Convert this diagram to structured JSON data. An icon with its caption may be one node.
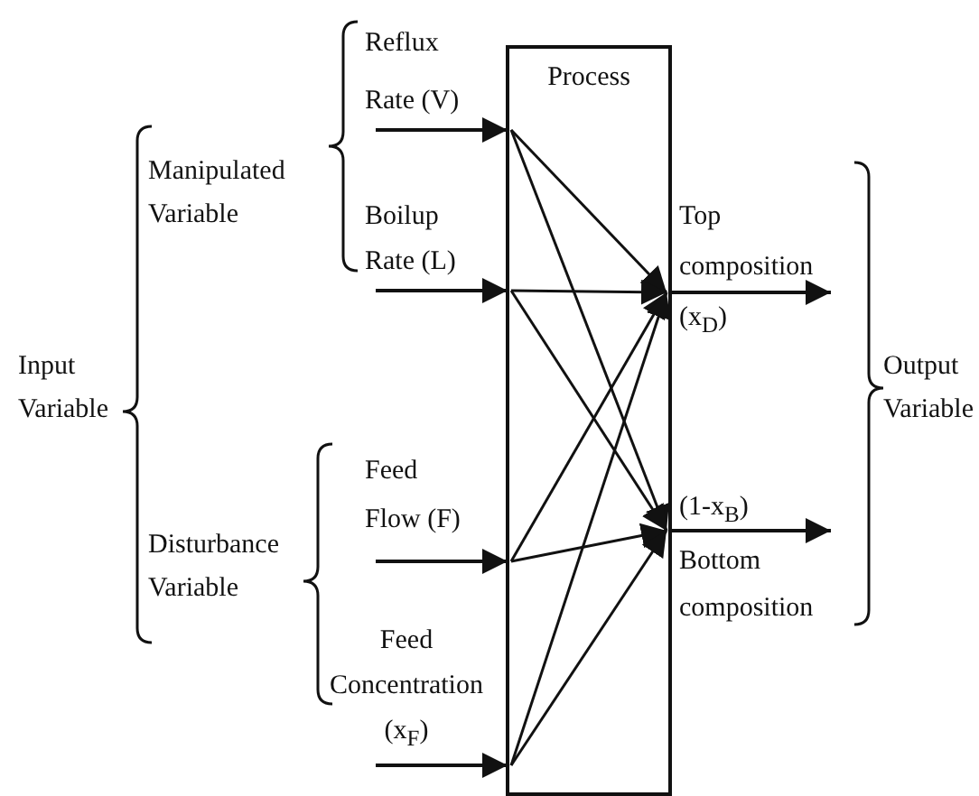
{
  "diagram": {
    "nodes": [
      {
        "text": [
          "Process"
        ]
      },
      {
        "text": [
          "Reflux Rate (V)"
        ]
      },
      {
        "text": [
          "Boilup Rate (L)"
        ]
      },
      {
        "text": [
          "Feed Flow (F)"
        ]
      },
      {
        "text": [
          "Feed Concentration (x$_{F}$)"
        ]
      },
      {
        "text": [
          "Top composition (x$_{D}$)"
        ]
      },
      {
        "text": [
          "(1-x$_{B}$) Bottom composition"
        ]
      }
    ],
    "edges": [
      {
        "from": 1,
        "to": 0,
        "arrow": "to"
      },
      {
        "from": 2,
        "to": 0,
        "arrow": "to"
      },
      {
        "from": 3,
        "to": 0,
        "arrow": "to"
      },
      {
        "from": 4,
        "to": 0,
        "arrow": "to"
      },
      {
        "from": 0,
        "to": 5,
        "arrow": "to"
      },
      {
        "from": 0,
        "to": 6,
        "arrow": "to"
      }
    ],
    "labels": [
      "Manipulated Variable",
      "Input Variable",
      "Output Variable",
      "Disturbance Variable"
    ]
  }
}
